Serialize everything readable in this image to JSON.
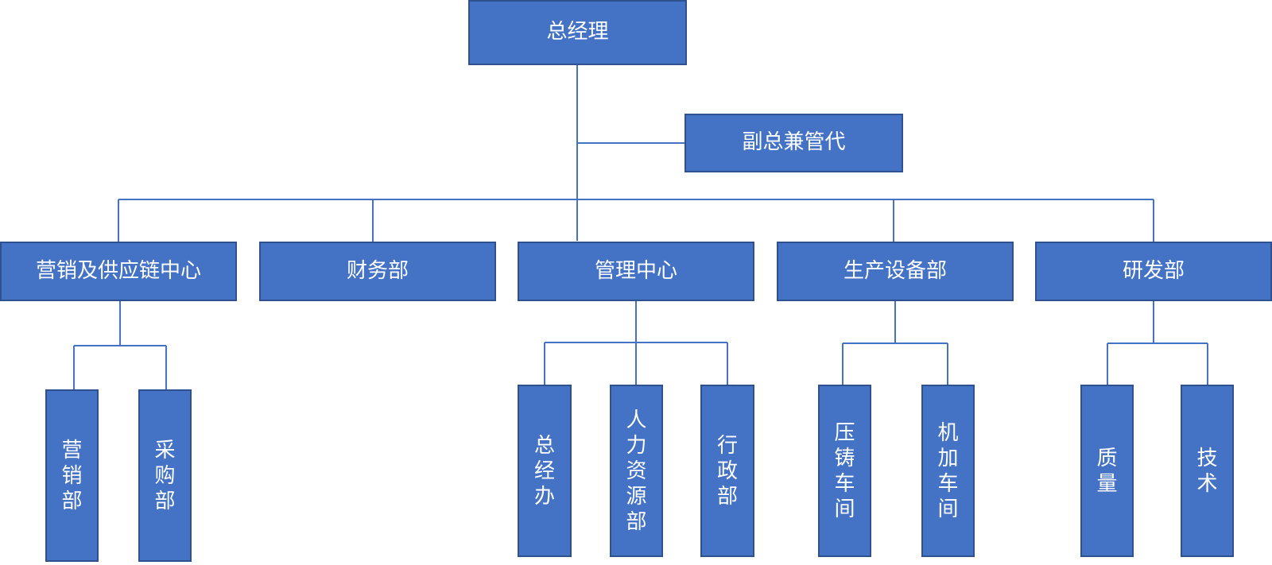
{
  "org": {
    "top": "总经理",
    "deputy": "副总兼管代",
    "divisions": {
      "marketing_supply": "营销及供应链中心",
      "finance": "财务部",
      "management": "管理中心",
      "production": "生产设备部",
      "rnd": "研发部"
    },
    "subunits": {
      "sales": "营销部",
      "purchasing": "采购部",
      "gm_office": "总经办",
      "hr": "人力资源部",
      "admin": "行政部",
      "die_casting": "压铸车间",
      "machining": "机加车间",
      "quality": "质量",
      "technology": "技术"
    }
  },
  "colors": {
    "box_fill": "#4472c4",
    "box_border": "#2f528f",
    "line": "#4472c4",
    "text": "#ffffff"
  }
}
